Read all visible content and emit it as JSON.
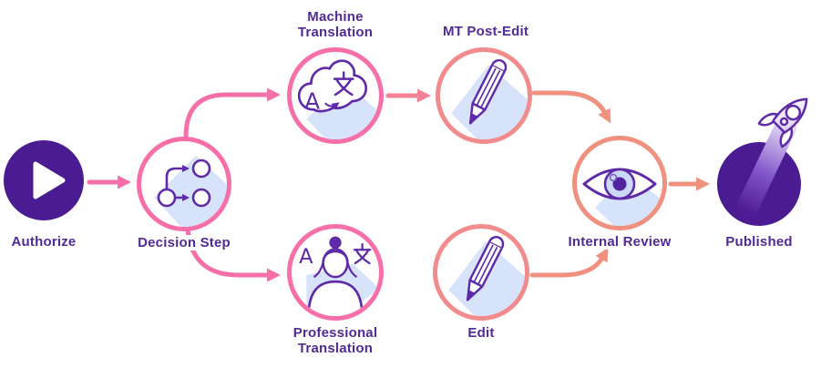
{
  "diagram": {
    "type": "workflow-flowchart",
    "nodes": {
      "authorize": {
        "label": "Authorize",
        "icon": "play-icon"
      },
      "decision_step": {
        "label": "Decision Step",
        "icon": "branch-icon"
      },
      "machine_translation": {
        "label": "Machine Translation",
        "icon": "cloud-translate-icon"
      },
      "mt_post_edit": {
        "label": "MT Post-Edit",
        "icon": "pencil-icon"
      },
      "professional_translation": {
        "label": "Professional Translation",
        "icon": "translator-person-icon"
      },
      "edit": {
        "label": "Edit",
        "icon": "pencil-icon"
      },
      "internal_review": {
        "label": "Internal Review",
        "icon": "eye-icon"
      },
      "published": {
        "label": "Published",
        "icon": "rocket-icon"
      }
    },
    "edges": [
      {
        "from": "Authorize",
        "to": "Decision Step"
      },
      {
        "from": "Decision Step",
        "to": "Machine Translation"
      },
      {
        "from": "Decision Step",
        "to": "Professional Translation"
      },
      {
        "from": "Machine Translation",
        "to": "MT Post-Edit"
      },
      {
        "from": "Professional Translation",
        "to": "Edit"
      },
      {
        "from": "MT Post-Edit",
        "to": "Internal Review"
      },
      {
        "from": "Edit",
        "to": "Internal Review"
      },
      {
        "from": "Internal Review",
        "to": "Published"
      }
    ],
    "colors": {
      "node_fill_dark": "#4b1b92",
      "label_text": "#522a97",
      "pink": "#f66fa8",
      "pink_salmon_blend": "#f48295",
      "salmon_light": "#f28b8c",
      "salmon": "#f0907f",
      "icon_stroke": "#5e2aa8",
      "icon_shadow": "#d7e3fa",
      "iris_blue": "#c9d9f7"
    }
  }
}
